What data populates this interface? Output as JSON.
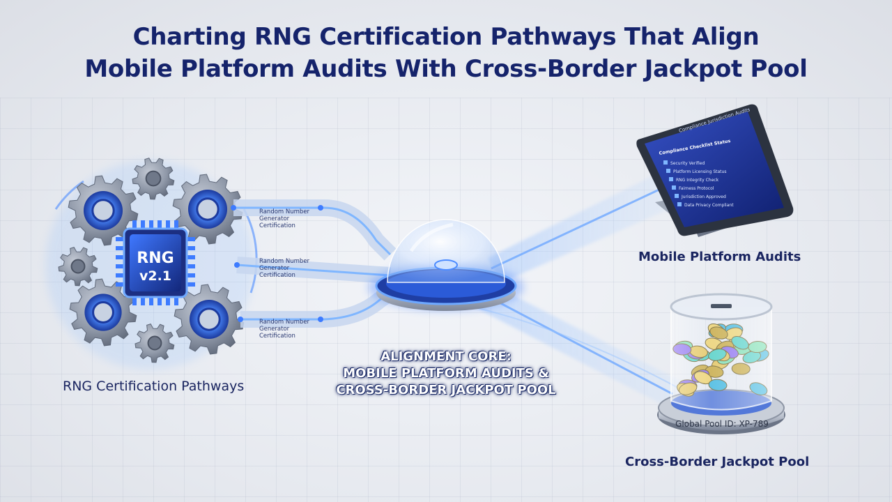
{
  "title": {
    "line1": "Charting RNG Certification Pathways That Align",
    "line2": "Mobile Platform Audits With Cross-Border Jackpot Pool"
  },
  "chip": {
    "line1": "RNG",
    "line2": "v2.1"
  },
  "pathways": [
    {
      "lines": [
        "Random Number",
        "Generator",
        "Certification"
      ]
    },
    {
      "lines": [
        "Random Number",
        "Generator",
        "Certification"
      ]
    },
    {
      "lines": [
        "Random Number",
        "Generator",
        "Certification"
      ]
    }
  ],
  "labels": {
    "rng": "RNG Certification Pathways",
    "mobile": "Mobile Platform Audits",
    "jackpot": "Cross-Border Jackpot Pool"
  },
  "core": {
    "line1": "ALIGNMENT CORE:",
    "line2": "MOBILE PLATFORM AUDITS &",
    "line3": "CROSS-BORDER JACKPOT POOL"
  },
  "tablet": {
    "header": "Compliance Jurisdiction Audits",
    "section": "Compliance Checklist Status",
    "items": [
      "Security Verified",
      "Platform Licensing Status",
      "RNG Integrity Check",
      "Fairness Protocol",
      "Jurisdiction Approved",
      "Data Privacy Compliant"
    ]
  },
  "pool": {
    "id_label": "Global Pool ID: XP-789"
  },
  "colors": {
    "title": "#15236b",
    "accent": "#3d7bff",
    "glow": "#7fb6ff",
    "gear": "#8a94a6"
  }
}
